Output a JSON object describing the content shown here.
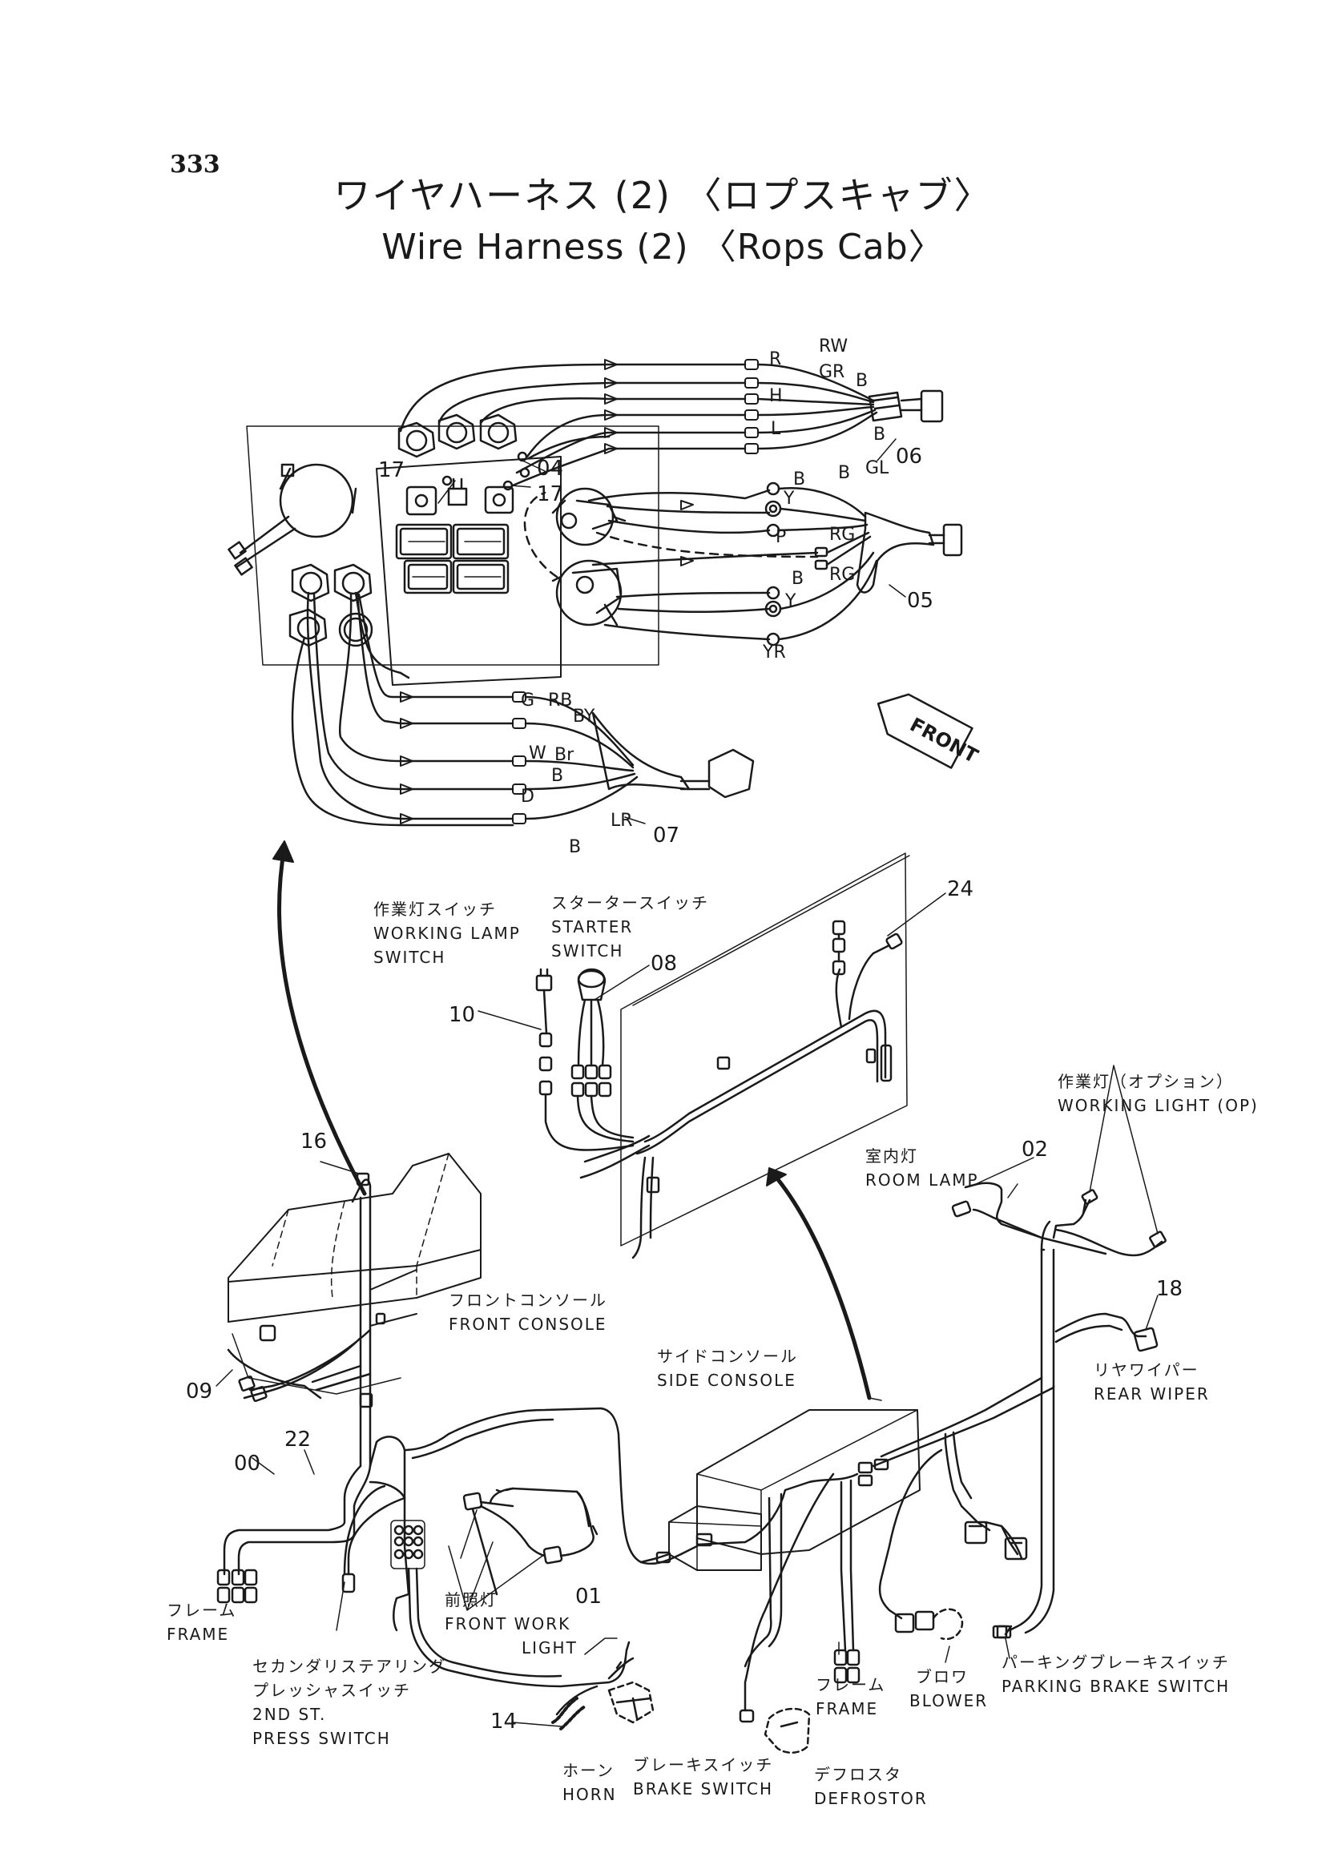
{
  "page_number": "333",
  "title": {
    "jp": "ワイヤハーネス (2) 〈ロプスキャブ〉",
    "en": "Wire Harness (2) 〈Rops Cab〉"
  },
  "front_marker": "FRONT",
  "part_codes": {
    "p00": "00",
    "p01": "01",
    "p02": "02",
    "p04": "04",
    "p05": "05",
    "p06": "06",
    "p07": "07",
    "p08": "08",
    "p09": "09",
    "p10": "10",
    "p14": "14",
    "p16": "16",
    "p17a": "17",
    "p17b": "17",
    "p18": "18",
    "p22": "22",
    "p24": "24"
  },
  "wire_labels": {
    "R": "R",
    "RW": "RW",
    "GR": "GR",
    "B1": "B",
    "H": "H",
    "B2": "B",
    "L": "L",
    "GL": "GL",
    "B3": "B",
    "B4": "B",
    "Y1": "Y",
    "P": "P",
    "RG1": "RG",
    "RG2": "RG",
    "B5": "B",
    "Y2": "Y",
    "YR": "YR",
    "G": "G",
    "RB": "RB",
    "BY": "BY",
    "W": "W",
    "Br": "Br",
    "B6": "B",
    "D": "D",
    "LR": "LR",
    "B7": "B"
  },
  "components": {
    "working_lamp_switch": {
      "jp": "作業灯スイッチ",
      "en1": "WORKING LAMP",
      "en2": "SWITCH"
    },
    "starter_switch": {
      "jp": "スタータースイッチ",
      "en1": "STARTER",
      "en2": "SWITCH"
    },
    "working_light": {
      "jp": "作業灯（オプション）",
      "en": "WORKING LIGHT (OP)"
    },
    "room_lamp": {
      "jp": "室内灯",
      "en": "ROOM LAMP"
    },
    "front_console": {
      "jp": "フロントコンソール",
      "en": "FRONT CONSOLE"
    },
    "side_console": {
      "jp": "サイドコンソール",
      "en": "SIDE CONSOLE"
    },
    "rear_wiper": {
      "jp": "リヤワイパー",
      "en": "REAR WIPER"
    },
    "frame_left": {
      "jp": "フレーム",
      "en": "FRAME"
    },
    "front_work_light": {
      "jp": "前照灯",
      "en1": "FRONT WORK",
      "en2": "LIGHT"
    },
    "secondary_steering": {
      "jp1": "セカンダリステアリング",
      "jp2": "プレッシャスイッチ",
      "en1": "2ND ST.",
      "en2": "PRESS SWITCH"
    },
    "frame_right": {
      "jp": "フレーム",
      "en": "FRAME"
    },
    "blower": {
      "jp": "ブロワ",
      "en": "BLOWER"
    },
    "parking_brake_switch": {
      "jp": "パーキングブレーキスイッチ",
      "en": "PARKING BRAKE SWITCH"
    },
    "horn": {
      "jp": "ホーン",
      "en": "HORN"
    },
    "brake_switch": {
      "jp": "ブレーキスイッチ",
      "en": "BRAKE SWITCH"
    },
    "defrostor": {
      "jp": "デフロスタ",
      "en": "DEFROSTOR"
    }
  }
}
